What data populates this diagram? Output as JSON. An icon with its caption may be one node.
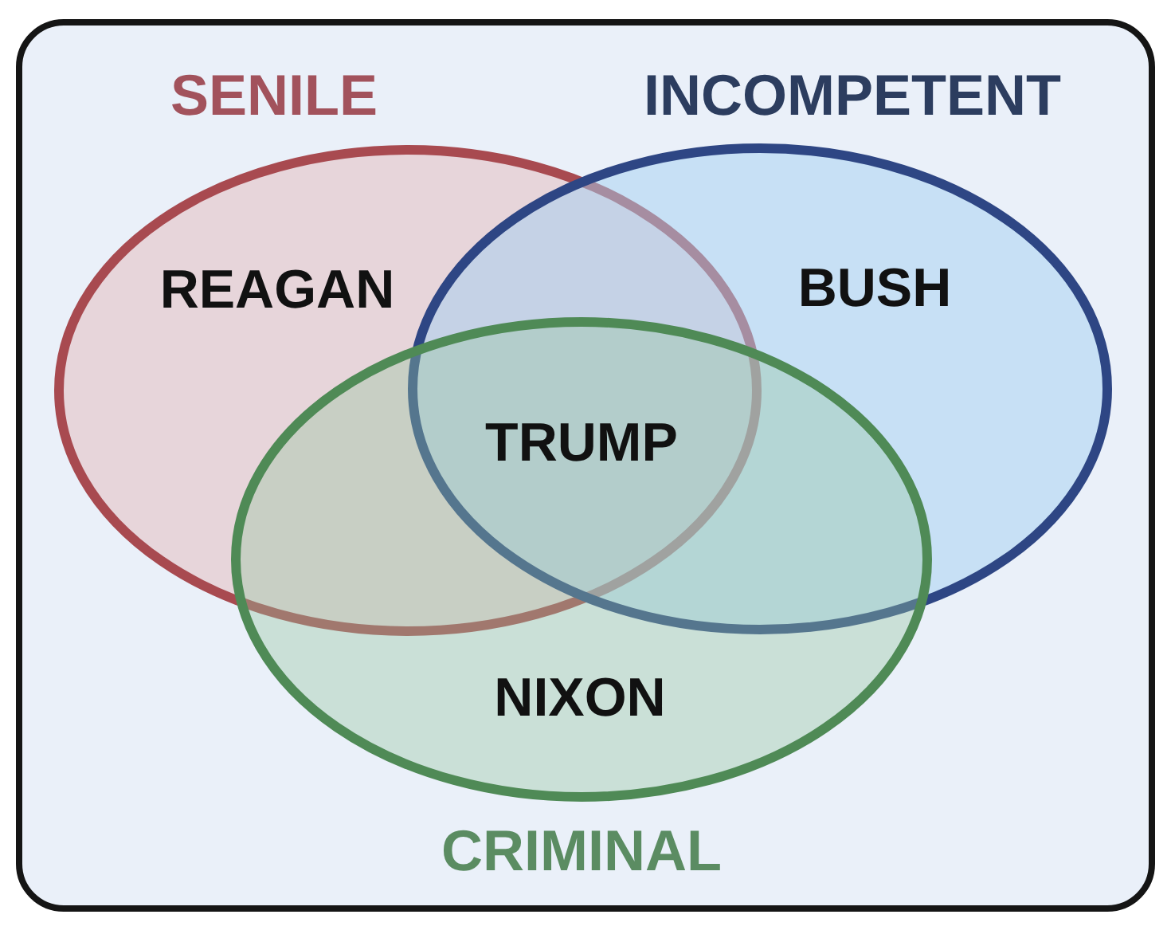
{
  "diagram": {
    "nodes": [
      {
        "text": [
          "SENILE"
        ]
      },
      {
        "text": [
          "INCOMPETENT"
        ]
      },
      {
        "text": [
          "CRIMINAL"
        ]
      }
    ],
    "labels": [
      "REAGAN",
      "BUSH",
      "TRUMP",
      "NIXON"
    ]
  }
}
